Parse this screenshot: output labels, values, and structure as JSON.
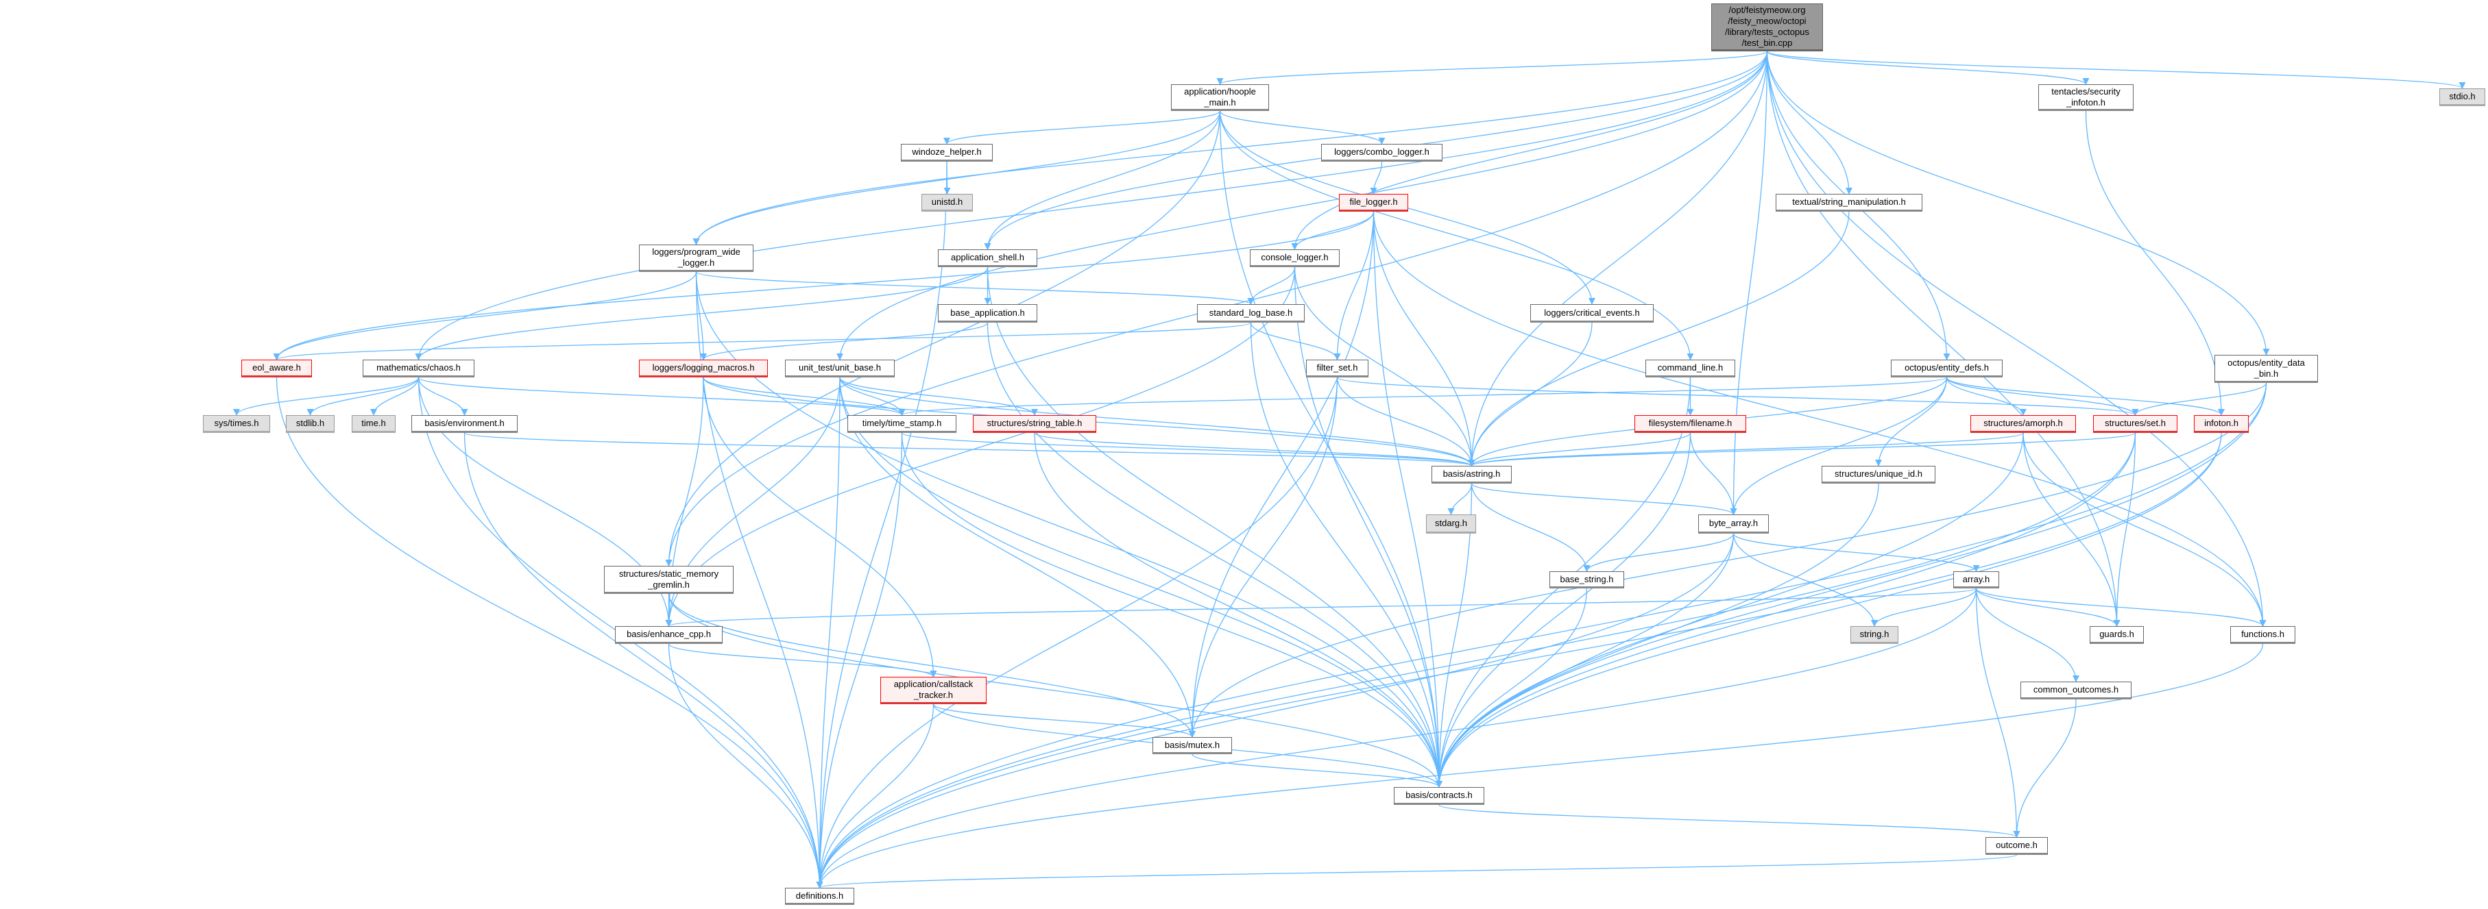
{
  "diagram": {
    "edge_color": "#63b8ff",
    "nodes": [
      {
        "id": "root",
        "label": "/opt/feistymeow.org\n/feisty_meow/octopi\n/library/tests_octopus\n/test_bin.cpp",
        "kind": "root"
      },
      {
        "id": "hoople_main",
        "label": "application/hoople\n_main.h",
        "kind": "normal"
      },
      {
        "id": "windoze_helper",
        "label": "windoze_helper.h",
        "kind": "normal"
      },
      {
        "id": "unistd",
        "label": "unistd.h",
        "kind": "sys"
      },
      {
        "id": "program_wide_logger",
        "label": "loggers/program_wide\n_logger.h",
        "kind": "normal"
      },
      {
        "id": "application_shell",
        "label": "application_shell.h",
        "kind": "normal"
      },
      {
        "id": "base_application",
        "label": "base_application.h",
        "kind": "normal"
      },
      {
        "id": "standard_log_base",
        "label": "standard_log_base.h",
        "kind": "normal"
      },
      {
        "id": "eol_aware",
        "label": "eol_aware.h",
        "kind": "red"
      },
      {
        "id": "chaos",
        "label": "mathematics/chaos.h",
        "kind": "normal"
      },
      {
        "id": "logging_macros",
        "label": "loggers/logging_macros.h",
        "kind": "red"
      },
      {
        "id": "unit_base",
        "label": "unit_test/unit_base.h",
        "kind": "normal"
      },
      {
        "id": "sys_times",
        "label": "sys/times.h",
        "kind": "sys"
      },
      {
        "id": "stdlib",
        "label": "stdlib.h",
        "kind": "sys"
      },
      {
        "id": "time",
        "label": "time.h",
        "kind": "sys"
      },
      {
        "id": "environment",
        "label": "basis/environment.h",
        "kind": "normal"
      },
      {
        "id": "time_stamp",
        "label": "timely/time_stamp.h",
        "kind": "normal"
      },
      {
        "id": "string_table",
        "label": "structures/string_table.h",
        "kind": "red"
      },
      {
        "id": "combo_logger",
        "label": "loggers/combo_logger.h",
        "kind": "normal"
      },
      {
        "id": "file_logger",
        "label": "file_logger.h",
        "kind": "red"
      },
      {
        "id": "string_manipulation",
        "label": "textual/string_manipulation.h",
        "kind": "normal"
      },
      {
        "id": "security_infoton",
        "label": "tentacles/security\n_infoton.h",
        "kind": "normal"
      },
      {
        "id": "stdio",
        "label": "stdio.h",
        "kind": "sys"
      },
      {
        "id": "console_logger",
        "label": "console_logger.h",
        "kind": "normal"
      },
      {
        "id": "critical_events",
        "label": "loggers/critical_events.h",
        "kind": "normal"
      },
      {
        "id": "filter_set",
        "label": "filter_set.h",
        "kind": "normal"
      },
      {
        "id": "command_line",
        "label": "command_line.h",
        "kind": "normal"
      },
      {
        "id": "entity_defs",
        "label": "octopus/entity_defs.h",
        "kind": "normal"
      },
      {
        "id": "entity_data_bin",
        "label": "octopus/entity_data\n_bin.h",
        "kind": "normal"
      },
      {
        "id": "filename",
        "label": "filesystem/filename.h",
        "kind": "red"
      },
      {
        "id": "amorph",
        "label": "structures/amorph.h",
        "kind": "red"
      },
      {
        "id": "set",
        "label": "structures/set.h",
        "kind": "red"
      },
      {
        "id": "infoton",
        "label": "infoton.h",
        "kind": "red"
      },
      {
        "id": "static_memory_gremlin",
        "label": "structures/static_memory\n_gremlin.h",
        "kind": "normal"
      },
      {
        "id": "enhance_cpp",
        "label": "basis/enhance_cpp.h",
        "kind": "normal"
      },
      {
        "id": "callstack_tracker",
        "label": "application/callstack\n_tracker.h",
        "kind": "red"
      },
      {
        "id": "mutex",
        "label": "basis/mutex.h",
        "kind": "normal"
      },
      {
        "id": "definitions",
        "label": "definitions.h",
        "kind": "normal"
      },
      {
        "id": "astring",
        "label": "basis/astring.h",
        "kind": "normal"
      },
      {
        "id": "unique_id",
        "label": "structures/unique_id.h",
        "kind": "normal"
      },
      {
        "id": "stdarg",
        "label": "stdarg.h",
        "kind": "sys"
      },
      {
        "id": "byte_array",
        "label": "byte_array.h",
        "kind": "normal"
      },
      {
        "id": "base_string",
        "label": "base_string.h",
        "kind": "normal"
      },
      {
        "id": "array",
        "label": "array.h",
        "kind": "normal"
      },
      {
        "id": "string_h",
        "label": "string.h",
        "kind": "sys"
      },
      {
        "id": "guards",
        "label": "guards.h",
        "kind": "normal"
      },
      {
        "id": "functions",
        "label": "functions.h",
        "kind": "normal"
      },
      {
        "id": "common_outcomes",
        "label": "common_outcomes.h",
        "kind": "normal"
      },
      {
        "id": "contracts",
        "label": "basis/contracts.h",
        "kind": "normal"
      },
      {
        "id": "outcome",
        "label": "outcome.h",
        "kind": "normal"
      }
    ],
    "edges": [
      [
        "root",
        "hoople_main"
      ],
      [
        "root",
        "program_wide_logger"
      ],
      [
        "root",
        "application_shell"
      ],
      [
        "root",
        "chaos"
      ],
      [
        "root",
        "static_memory_gremlin"
      ],
      [
        "root",
        "unit_base"
      ],
      [
        "root",
        "console_logger"
      ],
      [
        "root",
        "astring"
      ],
      [
        "root",
        "string_manipulation"
      ],
      [
        "root",
        "byte_array"
      ],
      [
        "root",
        "entity_defs"
      ],
      [
        "root",
        "security_infoton"
      ],
      [
        "root",
        "guards"
      ],
      [
        "root",
        "functions"
      ],
      [
        "root",
        "entity_data_bin"
      ],
      [
        "root",
        "stdio"
      ],
      [
        "hoople_main",
        "windoze_helper"
      ],
      [
        "hoople_main",
        "combo_logger"
      ],
      [
        "hoople_main",
        "program_wide_logger"
      ],
      [
        "hoople_main",
        "application_shell"
      ],
      [
        "hoople_main",
        "static_memory_gremlin"
      ],
      [
        "hoople_main",
        "critical_events"
      ],
      [
        "hoople_main",
        "command_line"
      ],
      [
        "hoople_main",
        "contracts"
      ],
      [
        "windoze_helper",
        "unistd"
      ],
      [
        "windoze_helper",
        "definitions"
      ],
      [
        "combo_logger",
        "file_logger"
      ],
      [
        "file_logger",
        "console_logger"
      ],
      [
        "file_logger",
        "filter_set"
      ],
      [
        "file_logger",
        "eol_aware"
      ],
      [
        "file_logger",
        "astring"
      ],
      [
        "file_logger",
        "contracts"
      ],
      [
        "file_logger",
        "mutex"
      ],
      [
        "file_logger",
        "functions"
      ],
      [
        "console_logger",
        "standard_log_base"
      ],
      [
        "console_logger",
        "astring"
      ],
      [
        "console_logger",
        "contracts"
      ],
      [
        "console_logger",
        "enhance_cpp"
      ],
      [
        "program_wide_logger",
        "logging_macros"
      ],
      [
        "program_wide_logger",
        "standard_log_base"
      ],
      [
        "program_wide_logger",
        "definitions"
      ],
      [
        "program_wide_logger",
        "eol_aware"
      ],
      [
        "program_wide_logger",
        "contracts"
      ],
      [
        "application_shell",
        "base_application"
      ],
      [
        "application_shell",
        "chaos"
      ],
      [
        "application_shell",
        "contracts"
      ],
      [
        "base_application",
        "logging_macros"
      ],
      [
        "base_application",
        "contracts"
      ],
      [
        "standard_log_base",
        "filter_set"
      ],
      [
        "standard_log_base",
        "eol_aware"
      ],
      [
        "standard_log_base",
        "contracts"
      ],
      [
        "critical_events",
        "astring"
      ],
      [
        "string_manipulation",
        "astring"
      ],
      [
        "filter_set",
        "set"
      ],
      [
        "filter_set",
        "astring"
      ],
      [
        "filter_set",
        "mutex"
      ],
      [
        "filter_set",
        "definitions"
      ],
      [
        "command_line",
        "filename"
      ],
      [
        "command_line",
        "contracts"
      ],
      [
        "entity_defs",
        "amorph"
      ],
      [
        "entity_defs",
        "set"
      ],
      [
        "entity_defs",
        "infoton"
      ],
      [
        "entity_defs",
        "unique_id"
      ],
      [
        "entity_defs",
        "byte_array"
      ],
      [
        "entity_defs",
        "astring"
      ],
      [
        "entity_defs",
        "time_stamp"
      ],
      [
        "security_infoton",
        "infoton"
      ],
      [
        "entity_data_bin",
        "set"
      ],
      [
        "entity_data_bin",
        "contracts"
      ],
      [
        "entity_data_bin",
        "definitions"
      ],
      [
        "entity_data_bin",
        "mutex"
      ],
      [
        "eol_aware",
        "definitions"
      ],
      [
        "chaos",
        "sys_times"
      ],
      [
        "chaos",
        "stdlib"
      ],
      [
        "chaos",
        "time"
      ],
      [
        "chaos",
        "environment"
      ],
      [
        "chaos",
        "time_stamp"
      ],
      [
        "chaos",
        "definitions"
      ],
      [
        "chaos",
        "enhance_cpp"
      ],
      [
        "logging_macros",
        "callstack_tracker"
      ],
      [
        "logging_macros",
        "enhance_cpp"
      ],
      [
        "logging_macros",
        "time_stamp"
      ],
      [
        "logging_macros",
        "astring"
      ],
      [
        "unit_base",
        "time_stamp"
      ],
      [
        "unit_base",
        "string_table"
      ],
      [
        "unit_base",
        "astring"
      ],
      [
        "unit_base",
        "contracts"
      ],
      [
        "unit_base",
        "enhance_cpp"
      ],
      [
        "unit_base",
        "mutex"
      ],
      [
        "unit_base",
        "definitions"
      ],
      [
        "environment",
        "astring"
      ],
      [
        "environment",
        "definitions"
      ],
      [
        "time_stamp",
        "astring"
      ],
      [
        "time_stamp",
        "contracts"
      ],
      [
        "time_stamp",
        "definitions"
      ],
      [
        "string_table",
        "astring"
      ],
      [
        "string_table",
        "contracts"
      ],
      [
        "filename",
        "astring"
      ],
      [
        "filename",
        "byte_array"
      ],
      [
        "filename",
        "contracts"
      ],
      [
        "amorph",
        "astring"
      ],
      [
        "amorph",
        "contracts"
      ],
      [
        "amorph",
        "guards"
      ],
      [
        "amorph",
        "functions"
      ],
      [
        "set",
        "astring"
      ],
      [
        "set",
        "contracts"
      ],
      [
        "set",
        "guards"
      ],
      [
        "set",
        "definitions"
      ],
      [
        "infoton",
        "contracts"
      ],
      [
        "infoton",
        "definitions"
      ],
      [
        "unique_id",
        "contracts"
      ],
      [
        "static_memory_gremlin",
        "enhance_cpp"
      ],
      [
        "static_memory_gremlin",
        "mutex"
      ],
      [
        "static_memory_gremlin",
        "contracts"
      ],
      [
        "enhance_cpp",
        "callstack_tracker"
      ],
      [
        "enhance_cpp",
        "definitions"
      ],
      [
        "callstack_tracker",
        "mutex"
      ],
      [
        "callstack_tracker",
        "contracts"
      ],
      [
        "callstack_tracker",
        "definitions"
      ],
      [
        "mutex",
        "contracts"
      ],
      [
        "astring",
        "stdarg"
      ],
      [
        "astring",
        "byte_array"
      ],
      [
        "astring",
        "base_string"
      ],
      [
        "astring",
        "contracts"
      ],
      [
        "byte_array",
        "base_string"
      ],
      [
        "byte_array",
        "array"
      ],
      [
        "byte_array",
        "string_h"
      ],
      [
        "byte_array",
        "contracts"
      ],
      [
        "byte_array",
        "definitions"
      ],
      [
        "base_string",
        "contracts"
      ],
      [
        "array",
        "string_h"
      ],
      [
        "array",
        "guards"
      ],
      [
        "array",
        "functions"
      ],
      [
        "array",
        "common_outcomes"
      ],
      [
        "array",
        "outcome"
      ],
      [
        "array",
        "enhance_cpp"
      ],
      [
        "array",
        "definitions"
      ],
      [
        "common_outcomes",
        "outcome"
      ],
      [
        "contracts",
        "outcome"
      ],
      [
        "outcome",
        "definitions"
      ],
      [
        "functions",
        "definitions"
      ]
    ]
  }
}
